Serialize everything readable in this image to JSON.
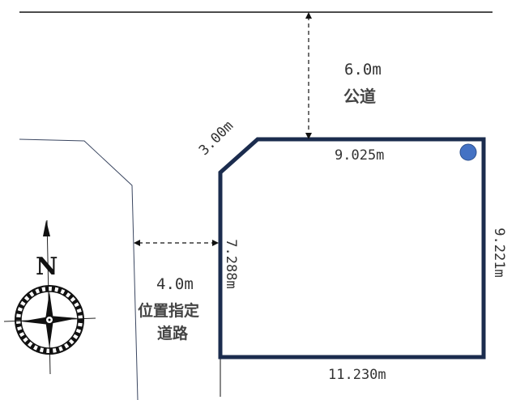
{
  "public_road": {
    "width_label": "6.0m",
    "name": "公道"
  },
  "designated_road": {
    "width_label": "4.0m",
    "name_line1": "位置指定",
    "name_line2": "道路"
  },
  "lot": {
    "edges": {
      "top": "9.025m",
      "corner_cut": "3.00m",
      "left": "7.288m",
      "right": "9.221m",
      "bottom": "11.230m"
    },
    "outline_color": "#1b2c4e",
    "marker_color": "#4472c4"
  },
  "compass": {
    "north_label": "N"
  }
}
